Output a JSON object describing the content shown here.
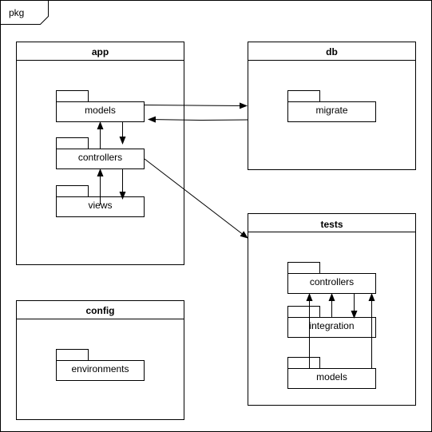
{
  "frame": {
    "label": "pkg"
  },
  "packages": {
    "app": {
      "title": "app",
      "models": "models",
      "controllers": "controllers",
      "views": "views"
    },
    "db": {
      "title": "db",
      "migrate": "migrate"
    },
    "tests": {
      "title": "tests",
      "controllers": "controllers",
      "integration": "integration",
      "models": "models"
    },
    "config": {
      "title": "config",
      "environments": "environments"
    }
  },
  "colors": {
    "stroke": "#000000",
    "background": "#ffffff"
  }
}
